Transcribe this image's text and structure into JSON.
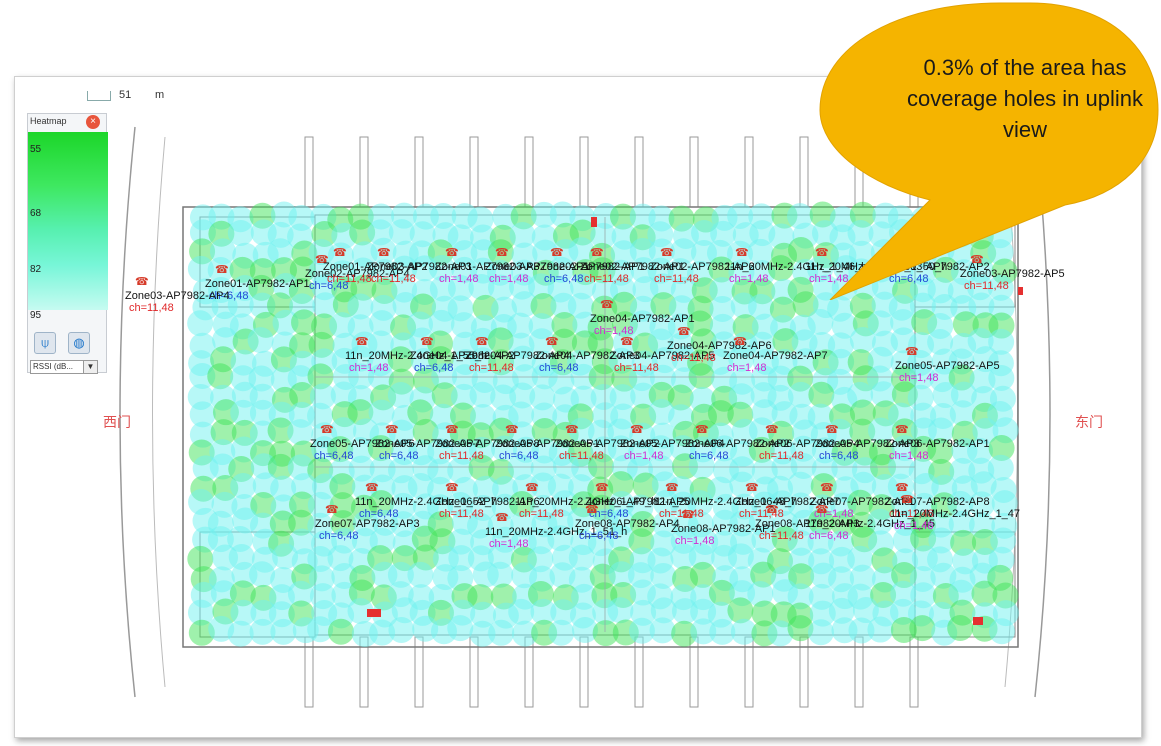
{
  "scale": {
    "value": "51",
    "unit": "m"
  },
  "legend": {
    "title": "Heatmap",
    "ticks": [
      "55",
      "68",
      "82",
      "95"
    ],
    "rss_select": "RSSI (dB...",
    "buttons": [
      "ap-signal-icon",
      "globe-icon"
    ]
  },
  "callout": {
    "text": "0.3% of the area has coverage holes in uplink view"
  },
  "doors": {
    "west": "西门",
    "east": "东门"
  },
  "aps": [
    {
      "label": "Zone01-AP7982-AP1",
      "ch": "ch=6,48",
      "chColor": "blue"
    },
    {
      "label": "Zone02-AP7982-AP4",
      "ch": "ch=6,48",
      "chColor": "blue"
    },
    {
      "label": "Zone01-AP7982-AP2",
      "ch": "ch=11,48",
      "chColor": "red"
    },
    {
      "label": "Zone03-AP7982-AP3",
      "ch": "ch=11,48",
      "chColor": "red"
    },
    {
      "label": "Zone01-AP7982-AP3",
      "ch": "ch=1,48",
      "chColor": "pink"
    },
    {
      "label": "Zone03-AP7982-AP1",
      "ch": "ch=1,48",
      "chColor": "pink"
    },
    {
      "label": "Zone02-AP7982-AP1",
      "ch": "ch=6,48",
      "chColor": "blue"
    },
    {
      "label": "Zone02-AP7982-AP1",
      "ch": "ch=11,48",
      "chColor": "red"
    },
    {
      "label": "Zone02-AP7982-AP6",
      "ch": "ch=11,48",
      "chColor": "red"
    },
    {
      "label": "11n_20MHz-2.4GHz_1_46_h",
      "ch": "ch=1,48",
      "chColor": "pink"
    },
    {
      "label": "11n_20MHz-2.4GHz_1_50_h",
      "ch": "ch=1,48",
      "chColor": "pink"
    },
    {
      "label": "Zone03-AP7982-AP2",
      "ch": "ch=6,48",
      "chColor": "blue"
    },
    {
      "label": "Zone03-AP7982-AP5",
      "ch": "ch=11,48",
      "chColor": "red"
    },
    {
      "label": "Zone03-AP7982-AP4",
      "ch": "ch=11,48",
      "chColor": "red"
    },
    {
      "label": "Zone04-AP7982-AP1",
      "ch": "ch=1,48",
      "chColor": "pink"
    },
    {
      "label": "11n_20MHz-2.4GHz_1_55_h",
      "ch": "ch=1,48",
      "chColor": "pink"
    },
    {
      "label": "Zone04-AP7982-AP2",
      "ch": "ch=6,48",
      "chColor": "blue"
    },
    {
      "label": "Zone04-AP7982-AP4",
      "ch": "ch=11,48",
      "chColor": "red"
    },
    {
      "label": "Zone04-AP7982-AP3",
      "ch": "ch=6,48",
      "chColor": "blue"
    },
    {
      "label": "Zone04-AP7982-AP5",
      "ch": "ch=11,48",
      "chColor": "red"
    },
    {
      "label": "Zone04-AP7982-AP6",
      "ch": "ch=11,48",
      "chColor": "red"
    },
    {
      "label": "Zone04-AP7982-AP7",
      "ch": "ch=1,48",
      "chColor": "pink"
    },
    {
      "label": "Zone05-AP7982-AP5",
      "ch": "ch=1,48",
      "chColor": "pink"
    },
    {
      "label": "Zone05-AP7982-AP6",
      "ch": "ch=6,48",
      "chColor": "blue"
    },
    {
      "label": "Zone05-AP7982-AP7",
      "ch": "ch=6,48",
      "chColor": "blue"
    },
    {
      "label": "Zone05-AP7982-AP8",
      "ch": "ch=11,48",
      "chColor": "red"
    },
    {
      "label": "Zone05-AP7982-AP1",
      "ch": "ch=6,48",
      "chColor": "blue"
    },
    {
      "label": "Zone05-AP7982-AP2",
      "ch": "ch=11,48",
      "chColor": "red"
    },
    {
      "label": "Zone05-AP7982-AP4",
      "ch": "ch=1,48",
      "chColor": "pink"
    },
    {
      "label": "Zone06-AP7982-AP2",
      "ch": "ch=6,48",
      "chColor": "blue"
    },
    {
      "label": "Zone06-AP7982-AP4",
      "ch": "ch=11,48",
      "chColor": "red"
    },
    {
      "label": "Zone05-AP7982-AP3",
      "ch": "ch=6,48",
      "chColor": "blue"
    },
    {
      "label": "Zone06-AP7982-AP1",
      "ch": "ch=1,48",
      "chColor": "pink"
    },
    {
      "label": "11n_20MHz-2.4GHz_1_52_h",
      "ch": "ch=6,48",
      "chColor": "blue"
    },
    {
      "label": "Zone06-AP7982-AP6",
      "ch": "ch=11,48",
      "chColor": "red"
    },
    {
      "label": "11n_20MHz-2.4GHz_1_49_h",
      "ch": "ch=11,48",
      "chColor": "red"
    },
    {
      "label": "Zone06-AP7982-AP5",
      "ch": "ch=6,48",
      "chColor": "blue"
    },
    {
      "label": "11n_20MHz-2.4GHz_1_48_h",
      "ch": "ch=11,48",
      "chColor": "red"
    },
    {
      "label": "Zone06-AP7982-AP7",
      "ch": "ch=11,48",
      "chColor": "red"
    },
    {
      "label": "Zone07-AP7982-AP1",
      "ch": "ch=1,48",
      "chColor": "pink"
    },
    {
      "label": "Zone07-AP7982-AP8",
      "ch": "ch=11,48",
      "chColor": "red"
    },
    {
      "label": "Zone07-AP7982-AP3",
      "ch": "ch=6,48",
      "chColor": "blue"
    },
    {
      "label": "11n_20MHz-2.4GHz_1_51_h",
      "ch": "ch=1,48",
      "chColor": "pink"
    },
    {
      "label": "Zone08-AP7982-AP4",
      "ch": "ch=6,48",
      "chColor": "blue"
    },
    {
      "label": "Zone08-AP7982-AP1",
      "ch": "ch=1,48",
      "chColor": "pink"
    },
    {
      "label": "Zone08-AP7982-AP3",
      "ch": "ch=11,48",
      "chColor": "red"
    },
    {
      "label": "11n_20MHz-2.4GHz_1_45",
      "ch": "ch=6,48",
      "chColor": "pink"
    },
    {
      "label": "11n_20MHz-2.4GHz_1_47",
      "ch": "ch=1,48",
      "chColor": "pink"
    }
  ],
  "colors": {
    "heat_cyan": "#6ff2f0",
    "heat_green": "#3fe35a",
    "wall": "#777777",
    "callout": "#f5b400"
  }
}
